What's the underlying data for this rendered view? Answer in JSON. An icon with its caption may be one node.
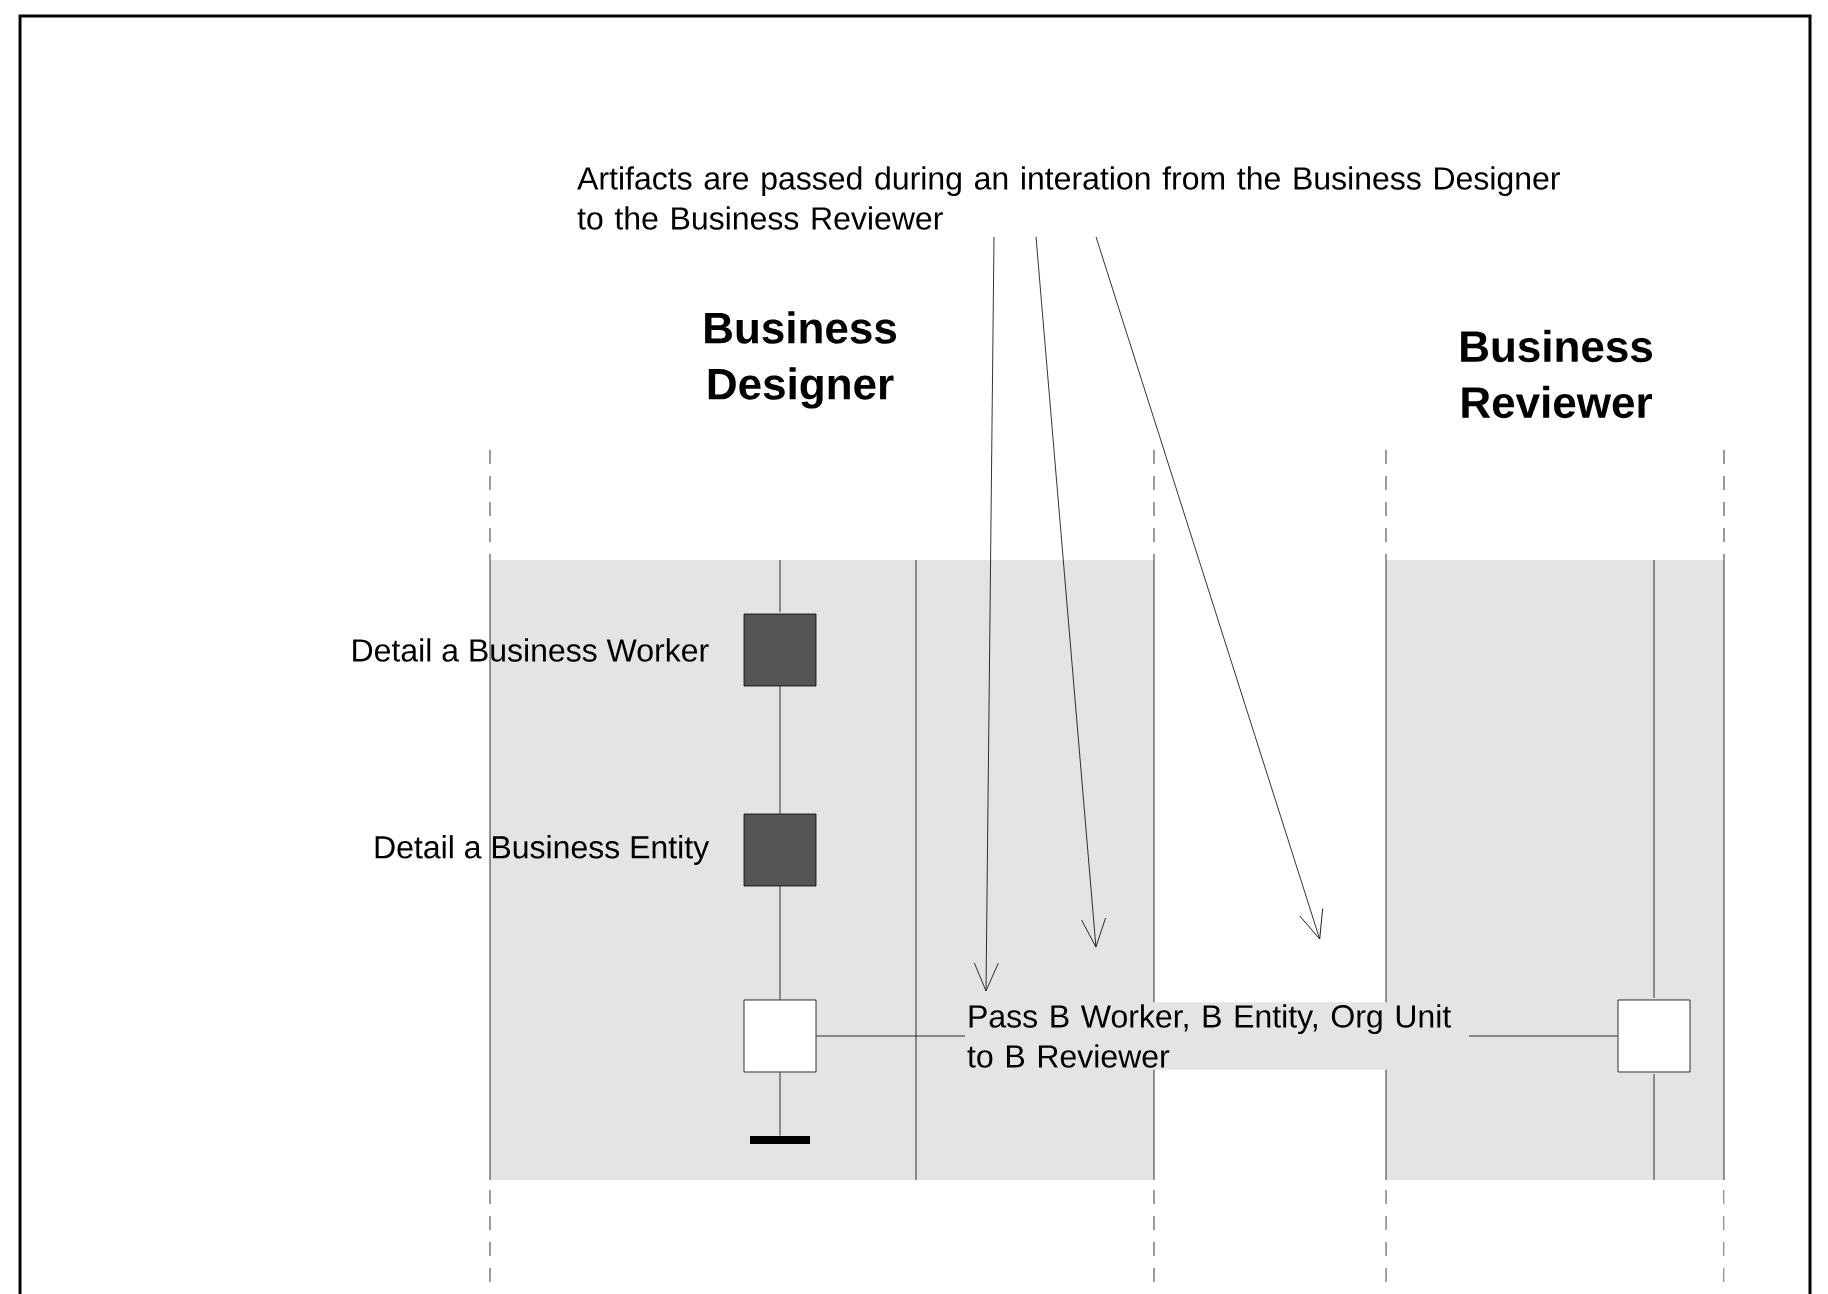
{
  "diagram": {
    "nodes": [
      {
        "text": [
          "Artifacts are passed during an interation from the Business Designer to the Business Reviewer"
        ]
      },
      {
        "text": [
          "Business Designer"
        ]
      },
      {
        "text": [
          "Business Reviewer"
        ]
      },
      {
        "text": [],
        "shape": "box",
        "beside": [
          "Detail a Business Worker"
        ]
      },
      {
        "text": [],
        "shape": "box",
        "beside": [
          "Detail a Business Entity"
        ]
      },
      {
        "text": [],
        "shape": "box"
      },
      {
        "text": [],
        "shape": "box"
      },
      {
        "text": [],
        "shape": "bar"
      }
    ],
    "edges": [
      {
        "from": 3,
        "to": 4,
        "arrow": "none"
      },
      {
        "from": 4,
        "to": 5,
        "arrow": "none"
      },
      {
        "from": 5,
        "to": 7,
        "arrow": "none"
      },
      {
        "from": 5,
        "to": 6,
        "arrow": "none",
        "label": "Pass B Worker, B Entity, Org Unit to B Reviewer"
      },
      {
        "from": 0,
        "to": null,
        "arrow": "to"
      },
      {
        "from": 0,
        "to": null,
        "arrow": "to"
      },
      {
        "from": 0,
        "to": null,
        "arrow": "to"
      }
    ]
  }
}
